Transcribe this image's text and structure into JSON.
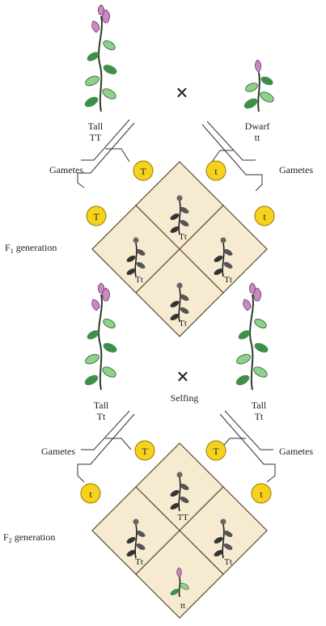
{
  "cross1": {
    "parent_left": {
      "label": "Tall",
      "genotype": "TT"
    },
    "parent_right": {
      "label": "Dwarf",
      "genotype": "tt"
    },
    "cross_symbol": "×",
    "gametes_left": "Gametes",
    "gametes_right": "Gametes",
    "gamete_left_top": "T",
    "gamete_left_bottom": "T",
    "gamete_right_top": "t",
    "gamete_right_bottom": "t",
    "generation_label": "F",
    "generation_sub": "1",
    "generation_word": "generation",
    "cells": {
      "top": "Tt",
      "left": "Tt",
      "right": "Tt",
      "bottom": "Tt"
    }
  },
  "cross2": {
    "parent_left": {
      "label": "Tall",
      "genotype": "Tt"
    },
    "parent_right": {
      "label": "Tall",
      "genotype": "Tt"
    },
    "cross_symbol": "×",
    "selfing_label": "Selfing",
    "gametes_left": "Gametes",
    "gametes_right": "Gametes",
    "gamete_left_top": "T",
    "gamete_left_bottom": "t",
    "gamete_right_top": "T",
    "gamete_right_bottom": "t",
    "generation_label": "F",
    "generation_sub": "2",
    "generation_word": "generation",
    "cells": {
      "top": "TT",
      "left": "Tt",
      "right": "Tt",
      "bottom": "tt"
    }
  },
  "colors": {
    "cell_fill": "#f6ead0",
    "cell_stroke": "#5a4a30",
    "gamete_fill": "#f5d21e",
    "gamete_stroke": "#9a7a00",
    "leaf": "#3f8f4a",
    "leaf_light": "#8fd08a",
    "flower": "#c98ac4",
    "stem": "#2f3a2a"
  }
}
